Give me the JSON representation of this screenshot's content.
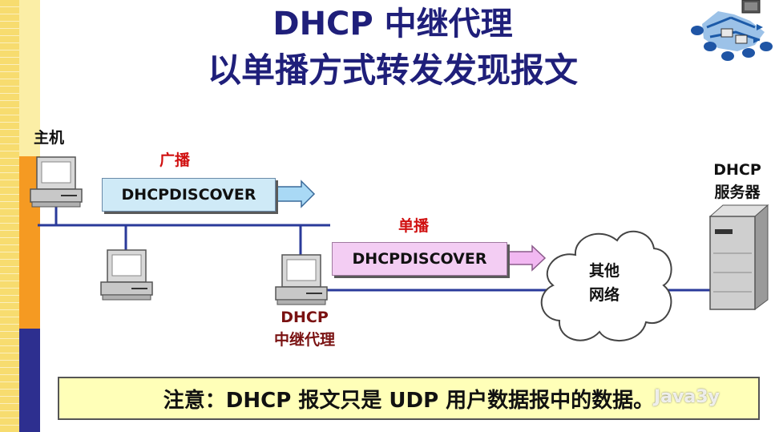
{
  "title": {
    "line1": "DHCP 中继代理",
    "line2": "以单播方式转发发现报文"
  },
  "labels": {
    "host": "主机",
    "broadcast": "广播",
    "unicast": "单播",
    "relay_line1": "DHCP",
    "relay_line2": "中继代理",
    "server_line1": "DHCP",
    "server_line2": "服务器",
    "cloud_line1": "其他",
    "cloud_line2": "网络"
  },
  "messages": {
    "broadcast_msg": "DHCPDISCOVER",
    "unicast_msg": "DHCPDISCOVER"
  },
  "note": "注意：DHCP 报文只是 UDP 用户数据报中的数据。",
  "watermark": "Java3y",
  "colors": {
    "title": "#1f1f7a",
    "broadcast_label": "#d01010",
    "relay_label": "#7a1212",
    "broadcast_box": "#cfeaf7",
    "unicast_box": "#f3cdf3",
    "note_bg": "#ffffb8"
  },
  "icons": {
    "host": "computer-icon",
    "server": "server-tower-icon",
    "network": "cloud-icon",
    "logo": "network-topology-icon"
  }
}
